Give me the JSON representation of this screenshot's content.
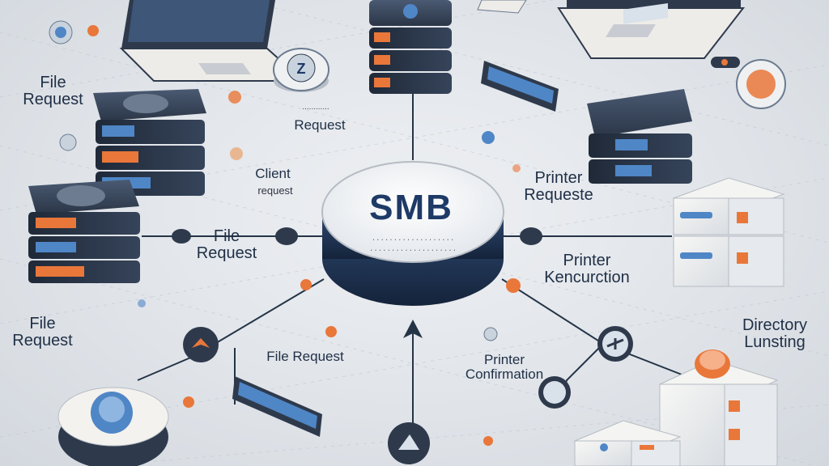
{
  "hub": {
    "title": "SMB",
    "subtitle_line1": "...................",
    "subtitle_line2": "...................."
  },
  "labels": {
    "file_request_top_left": "File Request",
    "request_top": "Request",
    "request_top_faint": "............",
    "client_request_title": "Client",
    "client_request_sub": "request",
    "file_request_mid_left": "File Request",
    "file_request_far_left": "File Request",
    "file_request_bottom": "File Request",
    "printer_request": "Printer Requeste",
    "printer_kencurction": "Printer Kencurction",
    "printer_confirmation": "Printer Confirmation",
    "directory_lunsting": "Directory Lunsting"
  },
  "colors": {
    "navy": "#1e3a66",
    "dark_server": "#2e3a4c",
    "accent_blue": "#4f86c6",
    "accent_orange": "#e9773a",
    "line": "#243447"
  },
  "icons": [
    "laptop-icon",
    "server-icon",
    "printer-icon",
    "storage-drive-icon",
    "connector-node-icon",
    "chevron-up-icon"
  ]
}
